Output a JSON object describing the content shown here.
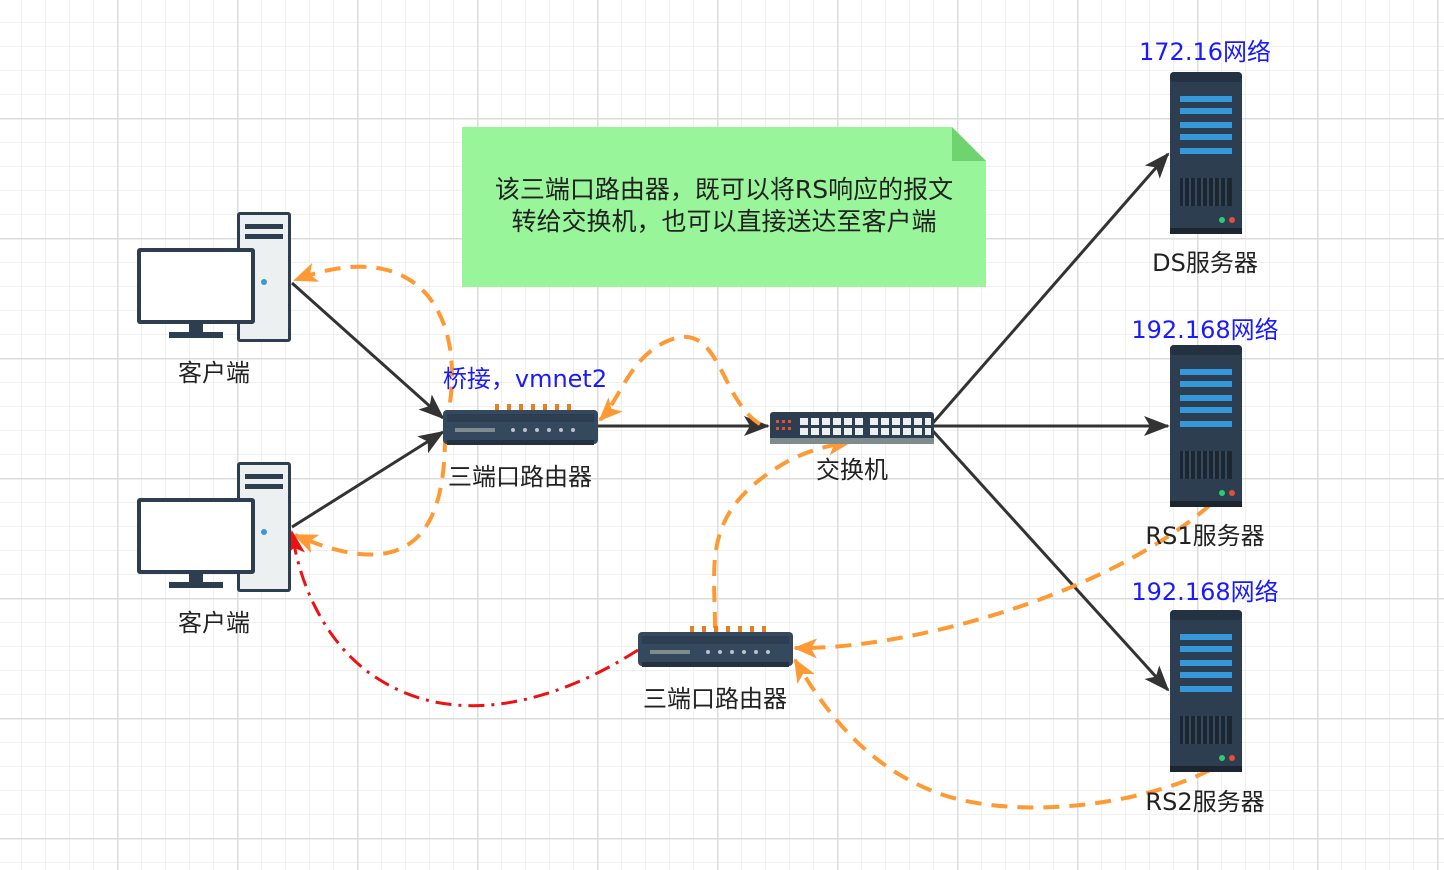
{
  "note": {
    "line1": "该三端口路由器，既可以将RS响应的报文",
    "line2": "转给交换机，也可以直接送达至客户端"
  },
  "labels": {
    "client_top": "客户端",
    "client_bottom": "客户端",
    "router_top": "三端口路由器",
    "router_top_note": "桥接，vmnet2",
    "switch": "交换机",
    "router_bottom": "三端口路由器",
    "ds_server": "DS服务器",
    "ds_network": "172.16网络",
    "rs1_server": "RS1服务器",
    "rs1_network": "192.168网络",
    "rs2_server": "RS2服务器",
    "rs2_network": "192.168网络"
  },
  "colors": {
    "solid_link": "#333333",
    "dashed_link": "#ff9933",
    "direct_return": "#ee1111",
    "note_bg": "#99f59a",
    "network_label": "#1a1aff"
  },
  "icons": {
    "client": "desktop-computer-icon",
    "router": "router-icon",
    "switch": "network-switch-icon",
    "server": "server-rack-icon"
  }
}
